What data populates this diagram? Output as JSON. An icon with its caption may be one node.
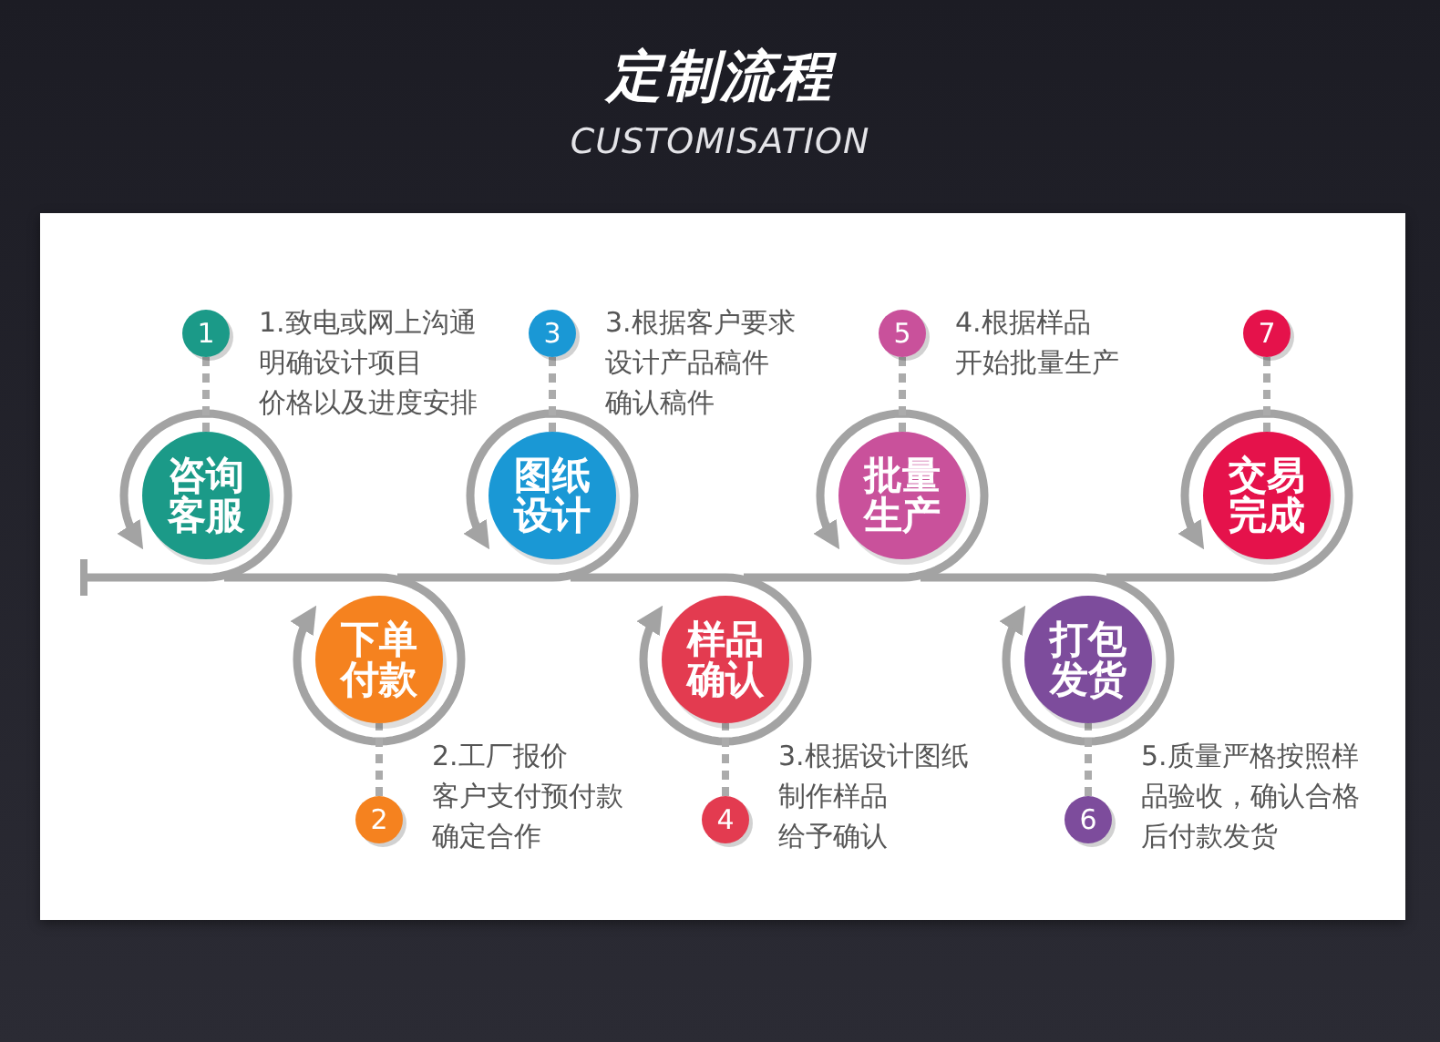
{
  "diagram": {
    "title": "定制流程",
    "nodes": [
      {
        "text": [
          "咨询客服"
        ]
      },
      {
        "text": [
          "下单付款"
        ]
      },
      {
        "text": [
          "图纸设计"
        ]
      },
      {
        "text": [
          "样品确认"
        ]
      },
      {
        "text": [
          "批量生产"
        ]
      },
      {
        "text": [
          "打包发货"
        ]
      },
      {
        "text": [
          "交易完成"
        ]
      },
      {
        "text": [
          "1"
        ],
        "beside": [
          "1.致电或网上沟通明确设计项目价格以及进度安排"
        ]
      },
      {
        "text": [
          "2"
        ],
        "beside": [
          "2.工厂报价客户支付预付款确定合作"
        ]
      },
      {
        "text": [
          "3"
        ],
        "beside": [
          "3.根据客户要求设计产品稿件确认稿件"
        ]
      },
      {
        "text": [
          "4"
        ],
        "beside": [
          "3.根据设计图纸制作样品给予确认"
        ]
      },
      {
        "text": [
          "5"
        ],
        "beside": [
          "4.根据样品开始批量生产"
        ]
      },
      {
        "text": [
          "6"
        ],
        "beside": [
          "5.质量严格按照样品验收，确认合格后付款发货"
        ]
      },
      {
        "text": [
          "7"
        ]
      }
    ],
    "edges": [
      {
        "from": null,
        "to": 0,
        "arrow": "to"
      },
      {
        "from": 0,
        "to": 1,
        "arrow": "to"
      },
      {
        "from": 1,
        "to": 2,
        "arrow": "to"
      },
      {
        "from": 2,
        "to": 3,
        "arrow": "to"
      },
      {
        "from": 3,
        "to": 4,
        "arrow": "to"
      },
      {
        "from": 4,
        "to": 5,
        "arrow": "to"
      },
      {
        "from": 5,
        "to": 6,
        "arrow": "to"
      },
      {
        "from": 7,
        "to": 0,
        "arrow": "none",
        "style": "dashed"
      },
      {
        "from": 8,
        "to": 1,
        "arrow": "none",
        "style": "dashed"
      },
      {
        "from": 9,
        "to": 2,
        "arrow": "none",
        "style": "dashed"
      },
      {
        "from": 10,
        "to": 3,
        "arrow": "none",
        "style": "dashed"
      },
      {
        "from": 11,
        "to": 4,
        "arrow": "none",
        "style": "dashed"
      },
      {
        "from": 12,
        "to": 5,
        "arrow": "none",
        "style": "dashed"
      },
      {
        "from": 13,
        "to": 6,
        "arrow": "none",
        "style": "dashed"
      }
    ],
    "labels": [
      "CUSTOMISATION"
    ]
  }
}
